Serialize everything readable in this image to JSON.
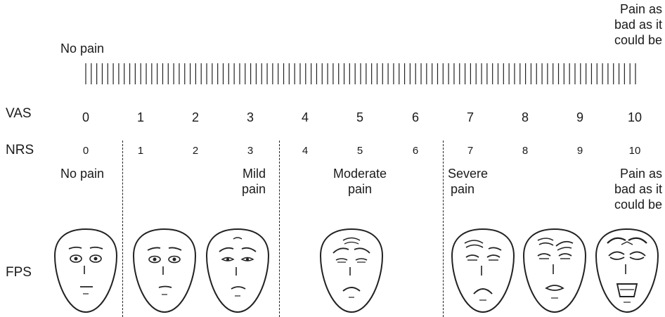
{
  "vas": {
    "label": "VAS",
    "left_anchor": "No pain",
    "right_anchor": [
      "Pain as",
      "bad as it",
      "could be"
    ],
    "numbers": [
      "0",
      "1",
      "2",
      "3",
      "4",
      "5",
      "6",
      "7",
      "8",
      "9",
      "10"
    ]
  },
  "nrs": {
    "label": "NRS",
    "numbers": [
      "0",
      "1",
      "2",
      "3",
      "4",
      "5",
      "6",
      "7",
      "8",
      "9",
      "10"
    ],
    "categories": {
      "none": [
        "No pain"
      ],
      "mild": [
        "Mild",
        "pain"
      ],
      "moderate": [
        "Moderate",
        "pain"
      ],
      "severe": [
        "Severe",
        "pain"
      ],
      "worst": [
        "Pain as",
        "bad as it",
        "could be"
      ]
    }
  },
  "fps": {
    "label": "FPS",
    "faces": [
      "face-0",
      "face-2",
      "face-4",
      "face-6",
      "face-8",
      "face-10"
    ]
  }
}
